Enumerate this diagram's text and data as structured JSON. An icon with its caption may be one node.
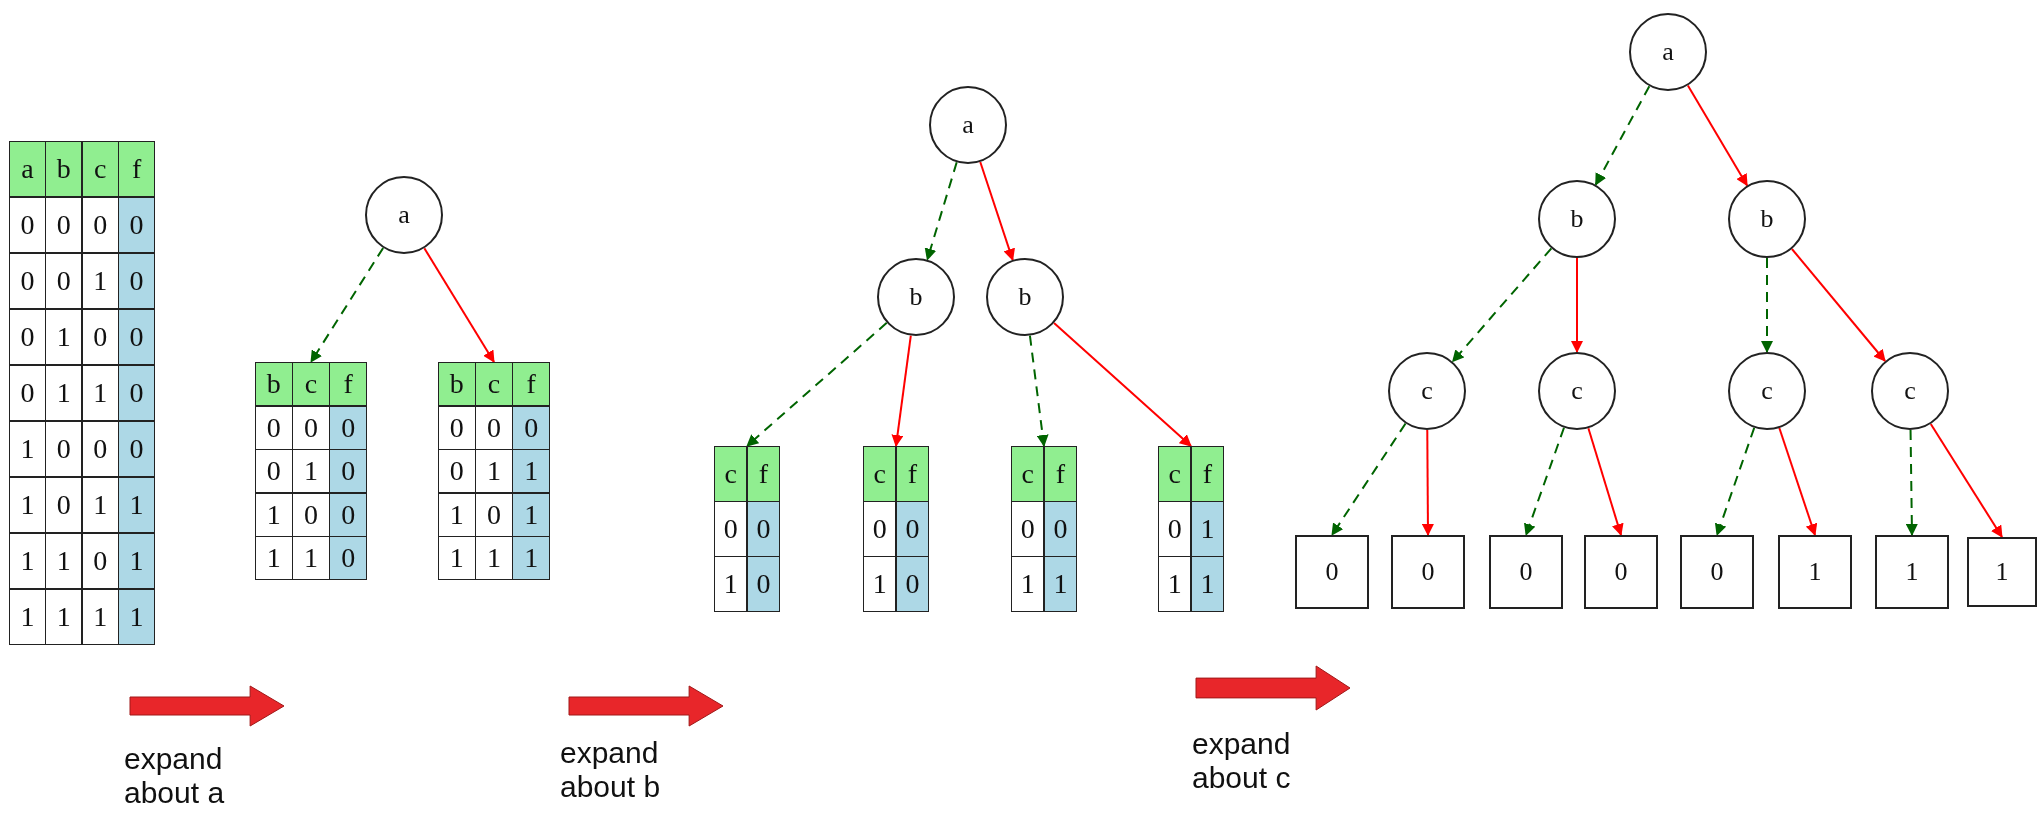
{
  "diagram": {
    "nodes": [
      {
        "text": [
          "a",
          "b",
          "c",
          "f",
          "0",
          "0",
          "0",
          "0",
          "0",
          "0",
          "1",
          "0",
          "0",
          "1",
          "0",
          "0",
          "0",
          "1",
          "1",
          "0",
          "1",
          "0",
          "0",
          "0",
          "1",
          "0",
          "1",
          "1",
          "1",
          "1",
          "0",
          "1",
          "1",
          "1",
          "1",
          "1"
        ]
      },
      {
        "text": [
          "a"
        ]
      },
      {
        "text": [
          "b",
          "c",
          "f",
          "0",
          "0",
          "0",
          "0",
          "1",
          "0",
          "1",
          "0",
          "0",
          "1",
          "1",
          "0"
        ]
      },
      {
        "text": [
          "b",
          "c",
          "f",
          "0",
          "0",
          "0",
          "0",
          "1",
          "1",
          "1",
          "0",
          "1",
          "1",
          "1",
          "1"
        ]
      },
      {
        "text": [
          "a"
        ]
      },
      {
        "text": [
          "b"
        ]
      },
      {
        "text": [
          "b"
        ]
      },
      {
        "text": [
          "c",
          "f",
          "0",
          "0",
          "1",
          "0"
        ]
      },
      {
        "text": [
          "c",
          "f",
          "0",
          "0",
          "1",
          "0"
        ]
      },
      {
        "text": [
          "c",
          "f",
          "0",
          "0",
          "1",
          "1"
        ]
      },
      {
        "text": [
          "c",
          "f",
          "0",
          "1",
          "1",
          "1"
        ]
      },
      {
        "text": [
          "a"
        ]
      },
      {
        "text": [
          "b"
        ]
      },
      {
        "text": [
          "b"
        ]
      },
      {
        "text": [
          "c"
        ]
      },
      {
        "text": [
          "c"
        ]
      },
      {
        "text": [
          "c"
        ]
      },
      {
        "text": [
          "c"
        ]
      },
      {
        "text": [
          "0"
        ]
      },
      {
        "text": [
          "0"
        ]
      },
      {
        "text": [
          "0"
        ]
      },
      {
        "text": [
          "0"
        ]
      },
      {
        "text": [
          "0"
        ]
      },
      {
        "text": [
          "1"
        ]
      },
      {
        "text": [
          "1"
        ]
      },
      {
        "text": [
          "1"
        ]
      }
    ],
    "edges": [
      {
        "from": 1,
        "to": 2,
        "arrow": "to",
        "style": "dashed",
        "color": "#006400"
      },
      {
        "from": 1,
        "to": 3,
        "arrow": "to",
        "color": "#ff0000"
      },
      {
        "from": 4,
        "to": 5,
        "arrow": "to",
        "style": "dashed",
        "color": "#006400"
      },
      {
        "from": 4,
        "to": 6,
        "arrow": "to",
        "color": "#ff0000"
      },
      {
        "from": 5,
        "to": 7,
        "arrow": "to",
        "style": "dashed",
        "color": "#006400"
      },
      {
        "from": 5,
        "to": 8,
        "arrow": "to",
        "color": "#ff0000"
      },
      {
        "from": 6,
        "to": 9,
        "arrow": "to",
        "style": "dashed",
        "color": "#006400"
      },
      {
        "from": 6,
        "to": 10,
        "arrow": "to",
        "color": "#ff0000"
      },
      {
        "from": 11,
        "to": 12,
        "arrow": "to",
        "style": "dashed",
        "color": "#006400"
      },
      {
        "from": 11,
        "to": 13,
        "arrow": "to",
        "color": "#ff0000"
      },
      {
        "from": 12,
        "to": 14,
        "arrow": "to",
        "style": "dashed",
        "color": "#006400"
      },
      {
        "from": 12,
        "to": 15,
        "arrow": "to",
        "color": "#ff0000"
      },
      {
        "from": 13,
        "to": 16,
        "arrow": "to",
        "style": "dashed",
        "color": "#006400"
      },
      {
        "from": 13,
        "to": 17,
        "arrow": "to",
        "color": "#ff0000"
      },
      {
        "from": 14,
        "to": 18,
        "arrow": "to",
        "style": "dashed",
        "color": "#006400"
      },
      {
        "from": 14,
        "to": 19,
        "arrow": "to",
        "color": "#ff0000"
      },
      {
        "from": 15,
        "to": 20,
        "arrow": "to",
        "style": "dashed",
        "color": "#006400"
      },
      {
        "from": 15,
        "to": 21,
        "arrow": "to",
        "color": "#ff0000"
      },
      {
        "from": 16,
        "to": 22,
        "arrow": "to",
        "style": "dashed",
        "color": "#006400"
      },
      {
        "from": 16,
        "to": 23,
        "arrow": "to",
        "color": "#ff0000"
      },
      {
        "from": 17,
        "to": 24,
        "arrow": "to",
        "style": "dashed",
        "color": "#006400"
      },
      {
        "from": 17,
        "to": 25,
        "arrow": "to",
        "color": "#ff0000"
      }
    ],
    "labels": [
      "expand about a",
      "expand about b",
      "expand about c"
    ]
  }
}
